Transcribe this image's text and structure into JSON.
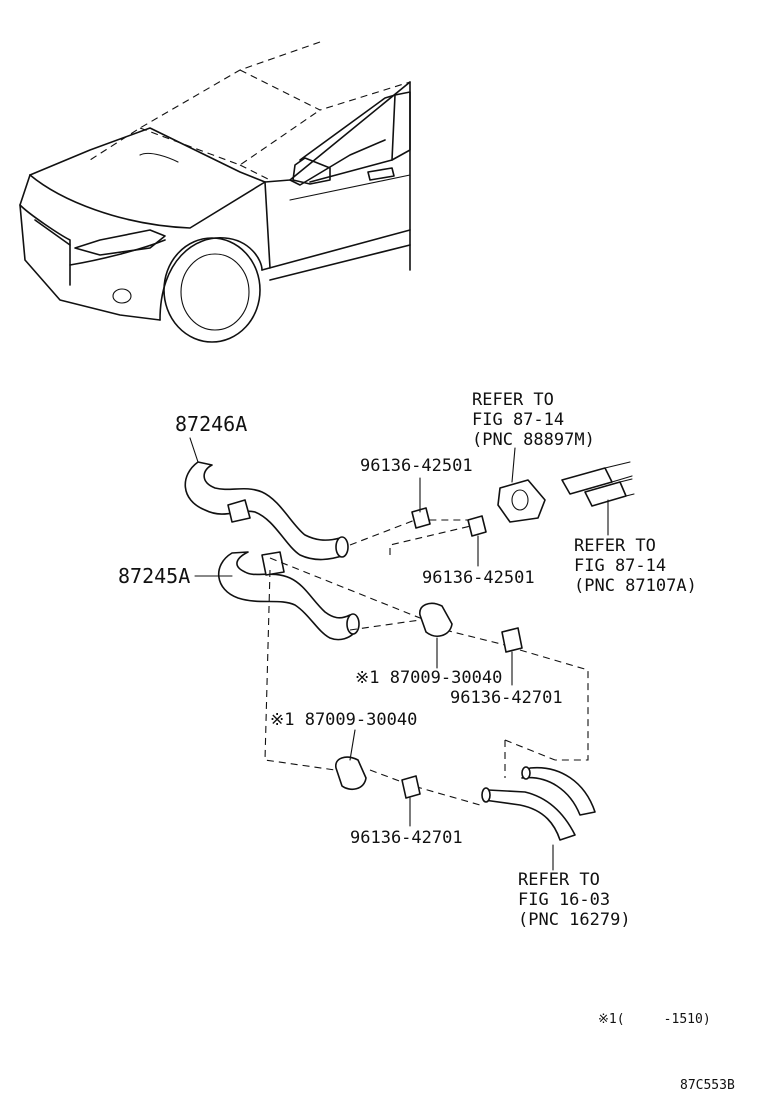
{
  "labels": {
    "part_87246a": "87246A",
    "part_87245a": "87245A",
    "clamp_top_left": "96136-42501",
    "clamp_top_right": "96136-42501",
    "clamp_mid": "96136-42701",
    "clamp_bottom": "96136-42701",
    "clip_mid": "※1 87009-30040",
    "clip_bottom": "※1 87009-30040",
    "refer_88897m": [
      "REFER TO",
      "FIG 87-14",
      "(PNC 88897M)"
    ],
    "refer_87107a": [
      "REFER TO",
      "FIG 87-14",
      "(PNC 87107A)"
    ],
    "refer_16279": [
      "REFER TO",
      "FIG 16-03",
      "(PNC 16279)"
    ],
    "footnote": "※1(     -1510)",
    "figure_code": "87C553B"
  }
}
